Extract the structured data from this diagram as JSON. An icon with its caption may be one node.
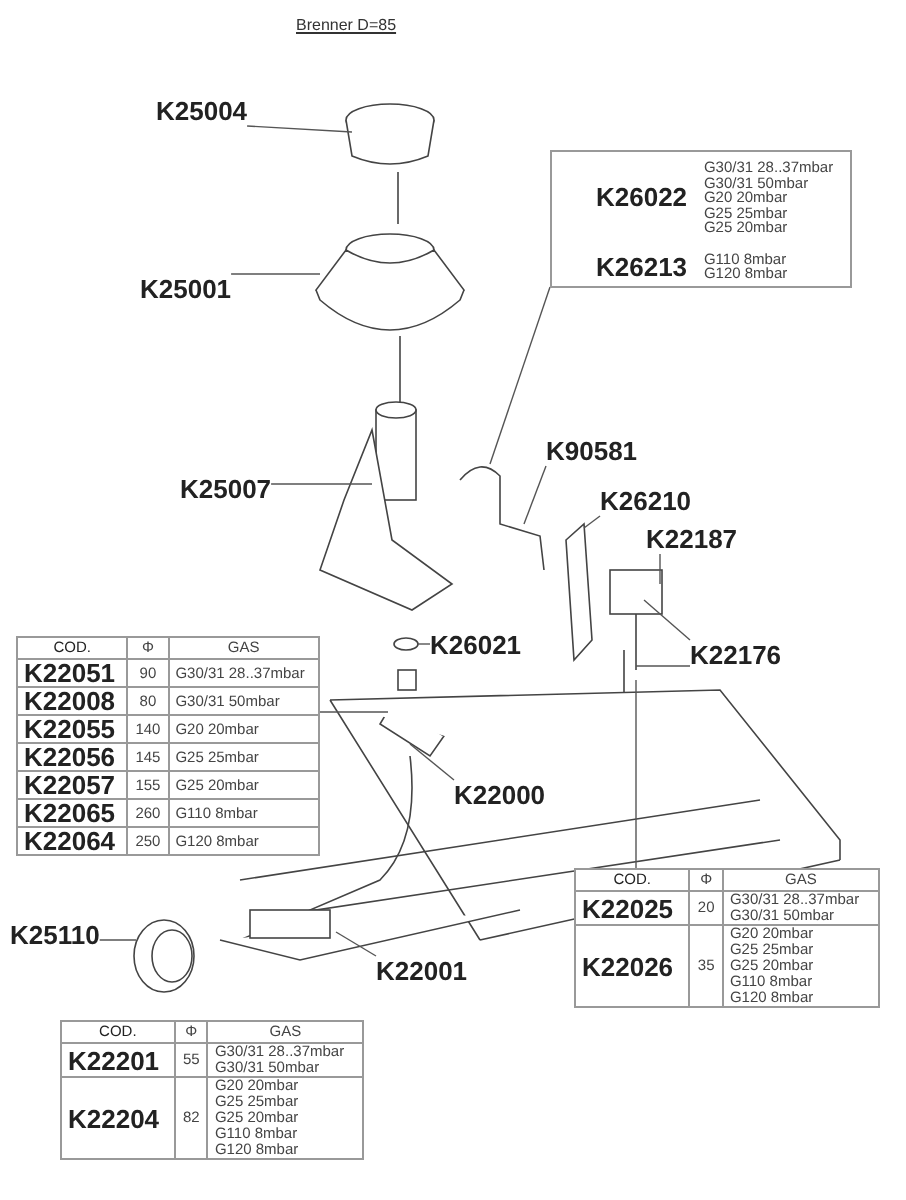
{
  "diagram": {
    "title": "Brenner D=85",
    "nodes": [
      {
        "text": [
          "K25004"
        ]
      },
      {
        "text": [
          "K25001"
        ]
      },
      {
        "text": [
          "K26022",
          "G30/31 28..37mbar G30/31 50mbar G20 20mbar G25 25mbar G25 20mbar",
          "K26213",
          "G110 8mbar G120 8mbar"
        ]
      },
      {
        "text": [
          "K90581"
        ]
      },
      {
        "text": [
          "K25007"
        ]
      },
      {
        "text": [
          "K26210"
        ]
      },
      {
        "text": [
          "K22187"
        ]
      },
      {
        "text": [
          "K26021"
        ]
      },
      {
        "text": [
          "K22176"
        ]
      },
      {
        "text": [
          "COD.",
          "Φ",
          "GAS",
          "K22051",
          "90",
          "G30/31 28..37mbar",
          "K22008",
          "80",
          "G30/31 50mbar",
          "K22055",
          "140",
          "G20 20mbar",
          "K22056",
          "145",
          "G25 25mbar",
          "K22057",
          "155",
          "G25 20mbar",
          "K22065",
          "260",
          "G110 8mbar",
          "K22064",
          "250",
          "G120 8mbar"
        ]
      },
      {
        "text": [
          "K22000"
        ]
      },
      {
        "text": [
          "COD.",
          "Φ",
          "GAS",
          "K22025",
          "20",
          "G30/31 28..37mbar G30/31 50mbar",
          "K22026",
          "35",
          "G20 20mbar G25 25mbar G25 20mbar G110 8mbar G120 8mbar"
        ]
      },
      {
        "text": [
          "K25110"
        ]
      },
      {
        "text": [
          "K22001"
        ]
      },
      {
        "text": [
          "COD.",
          "Φ",
          "GAS",
          "K22201",
          "55",
          "G30/31 28..37mbar G30/31 50mbar",
          "K22204",
          "82",
          "G20 20mbar G25 25mbar G25 20mbar G110 8mbar G120 8mbar"
        ]
      }
    ],
    "edges": [
      {
        "from": 0,
        "to": null,
        "arrow": "none"
      },
      {
        "from": 1,
        "to": null,
        "arrow": "none"
      },
      {
        "from": 2,
        "to": null,
        "arrow": "none"
      },
      {
        "from": 3,
        "to": null,
        "arrow": "none"
      },
      {
        "from": 4,
        "to": null,
        "arrow": "none"
      },
      {
        "from": 5,
        "to": null,
        "arrow": "none"
      },
      {
        "from": 6,
        "to": null,
        "arrow": "none"
      },
      {
        "from": 7,
        "to": null,
        "arrow": "none"
      },
      {
        "from": 8,
        "to": null,
        "arrow": "none"
      },
      {
        "from": 8,
        "to": null,
        "arrow": "none"
      },
      {
        "from": 9,
        "to": null,
        "arrow": "none"
      },
      {
        "from": 10,
        "to": null,
        "arrow": "none"
      },
      {
        "from": 11,
        "to": null,
        "arrow": "none"
      },
      {
        "from": 12,
        "to": null,
        "arrow": "none"
      },
      {
        "from": 13,
        "to": null,
        "arrow": "none"
      }
    ]
  }
}
